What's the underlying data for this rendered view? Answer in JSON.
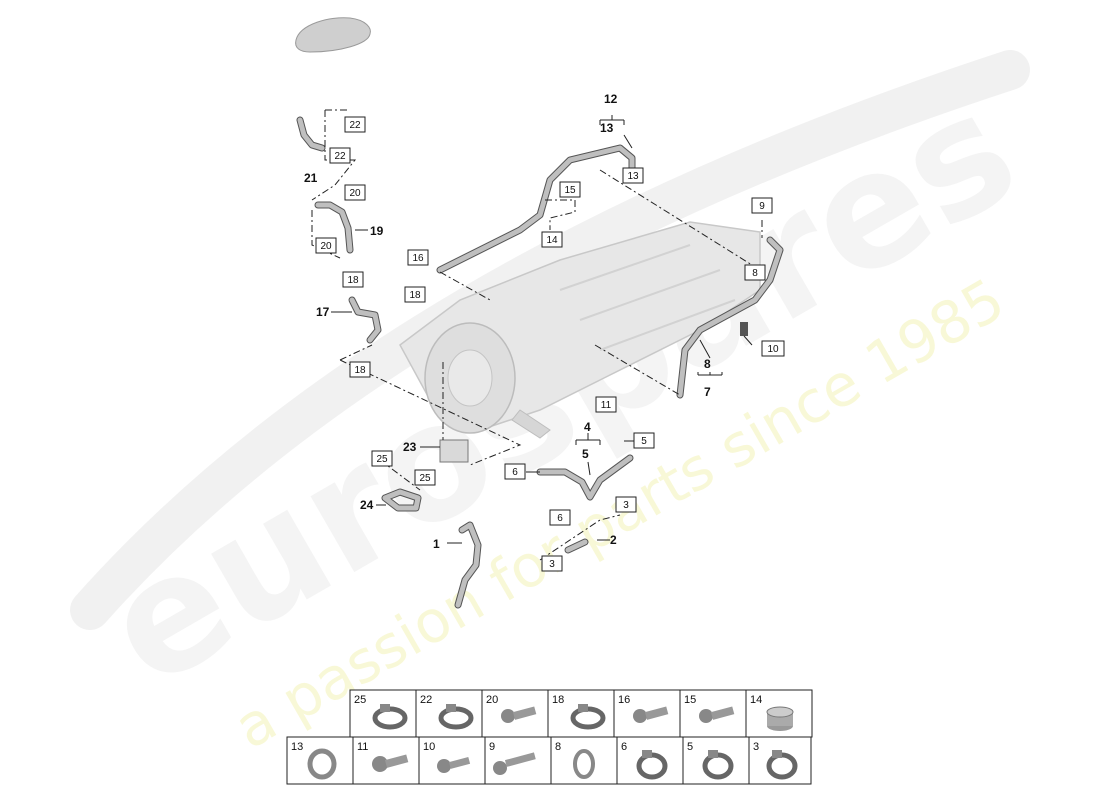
{
  "watermark": {
    "brand": "eurospares",
    "tagline": "a passion for parts since 1985"
  },
  "callouts": {
    "c1": "1",
    "c2": "2",
    "c3a": "3",
    "c3b": "3",
    "c4": "4",
    "c5a": "5",
    "c5b": "5",
    "c6a": "6",
    "c6b": "6",
    "c7": "7",
    "c8a": "8",
    "c8b": "8",
    "c9": "9",
    "c10": "10",
    "c11": "11",
    "c12": "12",
    "c13a": "13",
    "c13b": "13",
    "c14": "14",
    "c15": "15",
    "c16": "16",
    "c17": "17",
    "c18a": "18",
    "c18b": "18",
    "c18c": "18",
    "c19": "19",
    "c20a": "20",
    "c20b": "20",
    "c21": "21",
    "c22a": "22",
    "c22b": "22",
    "c23": "23",
    "c24": "24",
    "c25a": "25",
    "c25b": "25"
  },
  "parts_grid": {
    "row1": [
      "25",
      "22",
      "20",
      "18",
      "16",
      "15",
      "14"
    ],
    "row2": [
      "13",
      "11",
      "10",
      "9",
      "8",
      "6",
      "5",
      "3"
    ]
  }
}
